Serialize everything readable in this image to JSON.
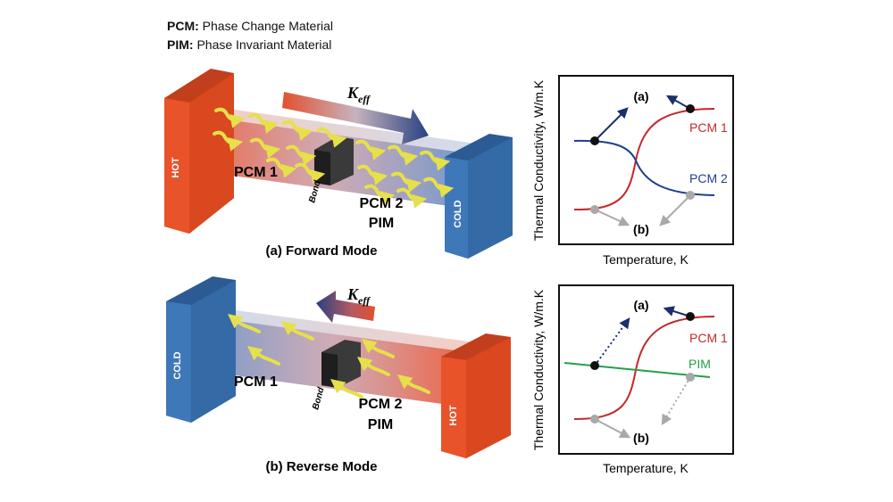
{
  "legend": [
    {
      "abbr": "PCM:",
      "text": "Phase Change Material"
    },
    {
      "abbr": "PIM:",
      "text": "Phase Invariant Material"
    }
  ],
  "colors": {
    "hot": "#e8532a",
    "cold": "#3f78b8",
    "pcm1_curve": "#c62828",
    "pcm2_curve": "#1f3f8f",
    "pim_curve": "#22a04a",
    "heat_arrow": "#e6e04a",
    "bond": "#2b2b2b",
    "marker_black": "#111111",
    "marker_grey": "#a9a9a9"
  },
  "forward": {
    "caption": "(a) Forward Mode",
    "keff_base": "K",
    "keff_sub": "eff",
    "left_wall": "HOT",
    "right_wall": "COLD",
    "pcm1": "PCM 1",
    "pcm2": "PCM 2",
    "pim": "PIM",
    "bond": "Bond"
  },
  "reverse": {
    "caption": "(b) Reverse Mode",
    "keff_base": "K",
    "keff_sub": "eff",
    "left_wall": "COLD",
    "right_wall": "HOT",
    "pcm1": "PCM 1",
    "pcm2": "PCM 2",
    "pim": "PIM",
    "bond": "Bond"
  },
  "plot_top": {
    "ylabel": "Thermal Conductivity, W/m.K",
    "xlabel": "Temperature, K",
    "marker_a": "(a)",
    "marker_b": "(b)",
    "curve1_label": "PCM 1",
    "curve2_label": "PCM 2"
  },
  "plot_bottom": {
    "ylabel": "Thermal Conductivity, W/m.K",
    "xlabel": "Temperature, K",
    "marker_a": "(a)",
    "marker_b": "(b)",
    "curve1_label": "PCM 1",
    "curve2_label": "PIM"
  }
}
